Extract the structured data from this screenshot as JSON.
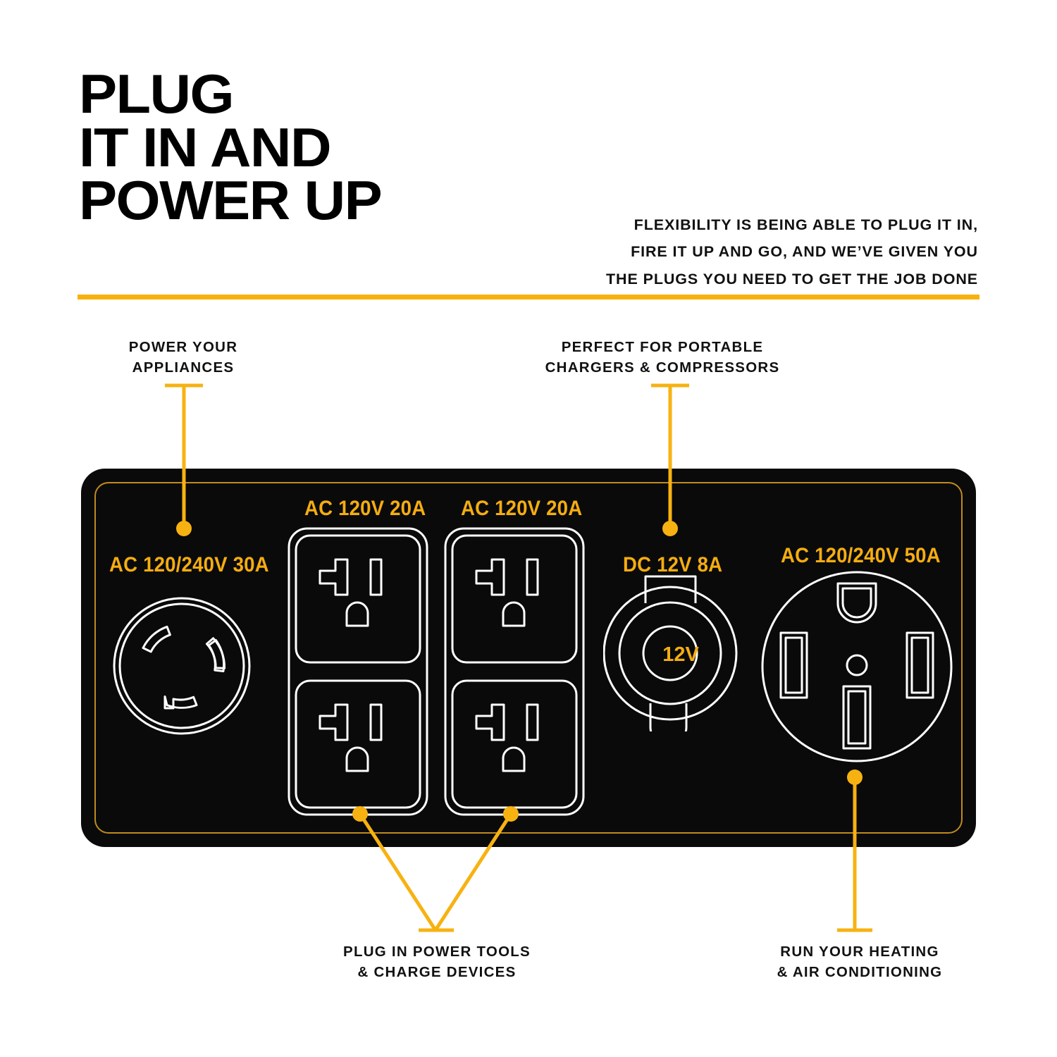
{
  "header": {
    "headline_lines": [
      "PLUG",
      "IT IN AND",
      "POWER UP"
    ],
    "subcopy_lines": [
      "FLEXIBILITY IS BEING ABLE TO PLUG IT IN,",
      "FIRE IT UP AND GO, AND WE’VE GIVEN YOU",
      "THE PLUGS YOU NEED TO GET THE JOB DONE"
    ],
    "divider_color": "#F9B109"
  },
  "callouts": {
    "appliances": {
      "line1": "POWER YOUR",
      "line2": "APPLIANCES"
    },
    "chargers": {
      "line1": "PERFECT FOR PORTABLE",
      "line2": "CHARGERS & COMPRESSORS"
    },
    "tools": {
      "line1": "PLUG IN POWER TOOLS",
      "line2": "& CHARGE DEVICES"
    },
    "hvac": {
      "line1": "RUN YOUR HEATING",
      "line2": "& AIR CONDITIONING"
    }
  },
  "panel": {
    "body_color": "#0A0A0A",
    "border_color": "#C08B20",
    "label_color": "#F5AD10",
    "outlet_stroke_color": "#FFFFFF",
    "outlets": [
      {
        "id": "twist-lock-30a",
        "label": "AC 120/240V 30A",
        "type": "NEMA L14-30R twist lock"
      },
      {
        "id": "duplex-20a-a",
        "label": "AC 120V 20A",
        "type": "NEMA 5-20R duplex"
      },
      {
        "id": "duplex-20a-b",
        "label": "AC 120V 20A",
        "type": "NEMA 5-20R duplex"
      },
      {
        "id": "dc-12v-8a",
        "label": "DC 12V  8A",
        "type": "12V DC accessory socket",
        "inner_label": "12V"
      },
      {
        "id": "range-50a",
        "label": "AC 120/240V 50A",
        "type": "NEMA 14-50R"
      }
    ]
  },
  "accent": {
    "yellow": "#F9B109",
    "dot": "#F7B212"
  }
}
